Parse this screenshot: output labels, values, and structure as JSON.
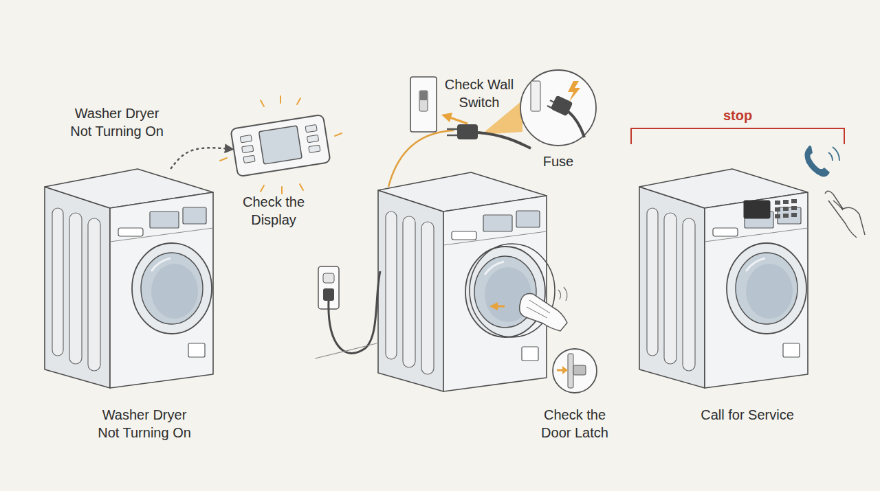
{
  "diagram": {
    "nodes": [
      {
        "text": [
          "Washer Dryer Not Turning On",
          "Washer Dryer Not Turning On"
        ]
      },
      {
        "text": [
          "Check the Display"
        ]
      },
      {
        "text": [
          "Check Wall Switch"
        ]
      },
      {
        "text": [
          "Fuse"
        ]
      },
      {
        "text": [
          "Check the Door Latch"
        ]
      },
      {
        "text": [
          "Call for Service"
        ]
      }
    ],
    "edges": [
      {
        "from": 0,
        "to": 1,
        "arrow": "to"
      }
    ],
    "labels": [
      "stop"
    ]
  }
}
